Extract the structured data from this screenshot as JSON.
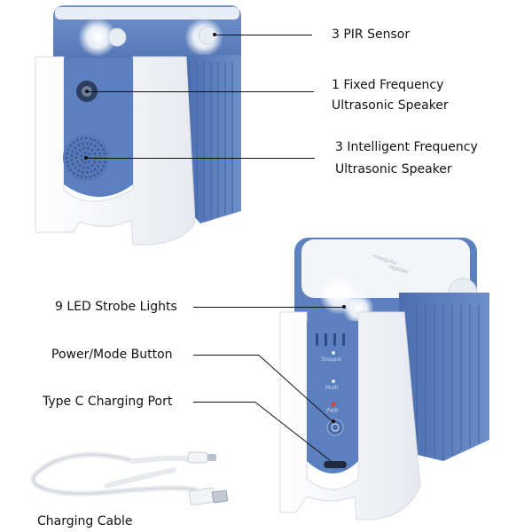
{
  "callouts": {
    "pir_sensor": "3 PIR Sensor",
    "fixed_speaker_line1": "1 Fixed Frequency",
    "fixed_speaker_line2": "Ultrasonic Speaker",
    "intelligent_speaker_line1": "3 Intelligent Frequency",
    "intelligent_speaker_line2": "Ultrasonic Speaker",
    "led_strobe": "9 LED Strobe Lights",
    "power_button": "Power/Mode Button",
    "type_c_port": "Type C Charging Port",
    "charging_cable": "Charging Cable"
  },
  "device_panel": {
    "mode_stepper": "Stepper",
    "mode_multi": "Multi",
    "mode_pwr": "PWR"
  },
  "colors": {
    "device_blue": "#5a7fbe",
    "device_blue_dark": "#3f63a3",
    "shell_white": "#f2f4f7",
    "led_glow": "#ffffff",
    "text": "#111111"
  }
}
